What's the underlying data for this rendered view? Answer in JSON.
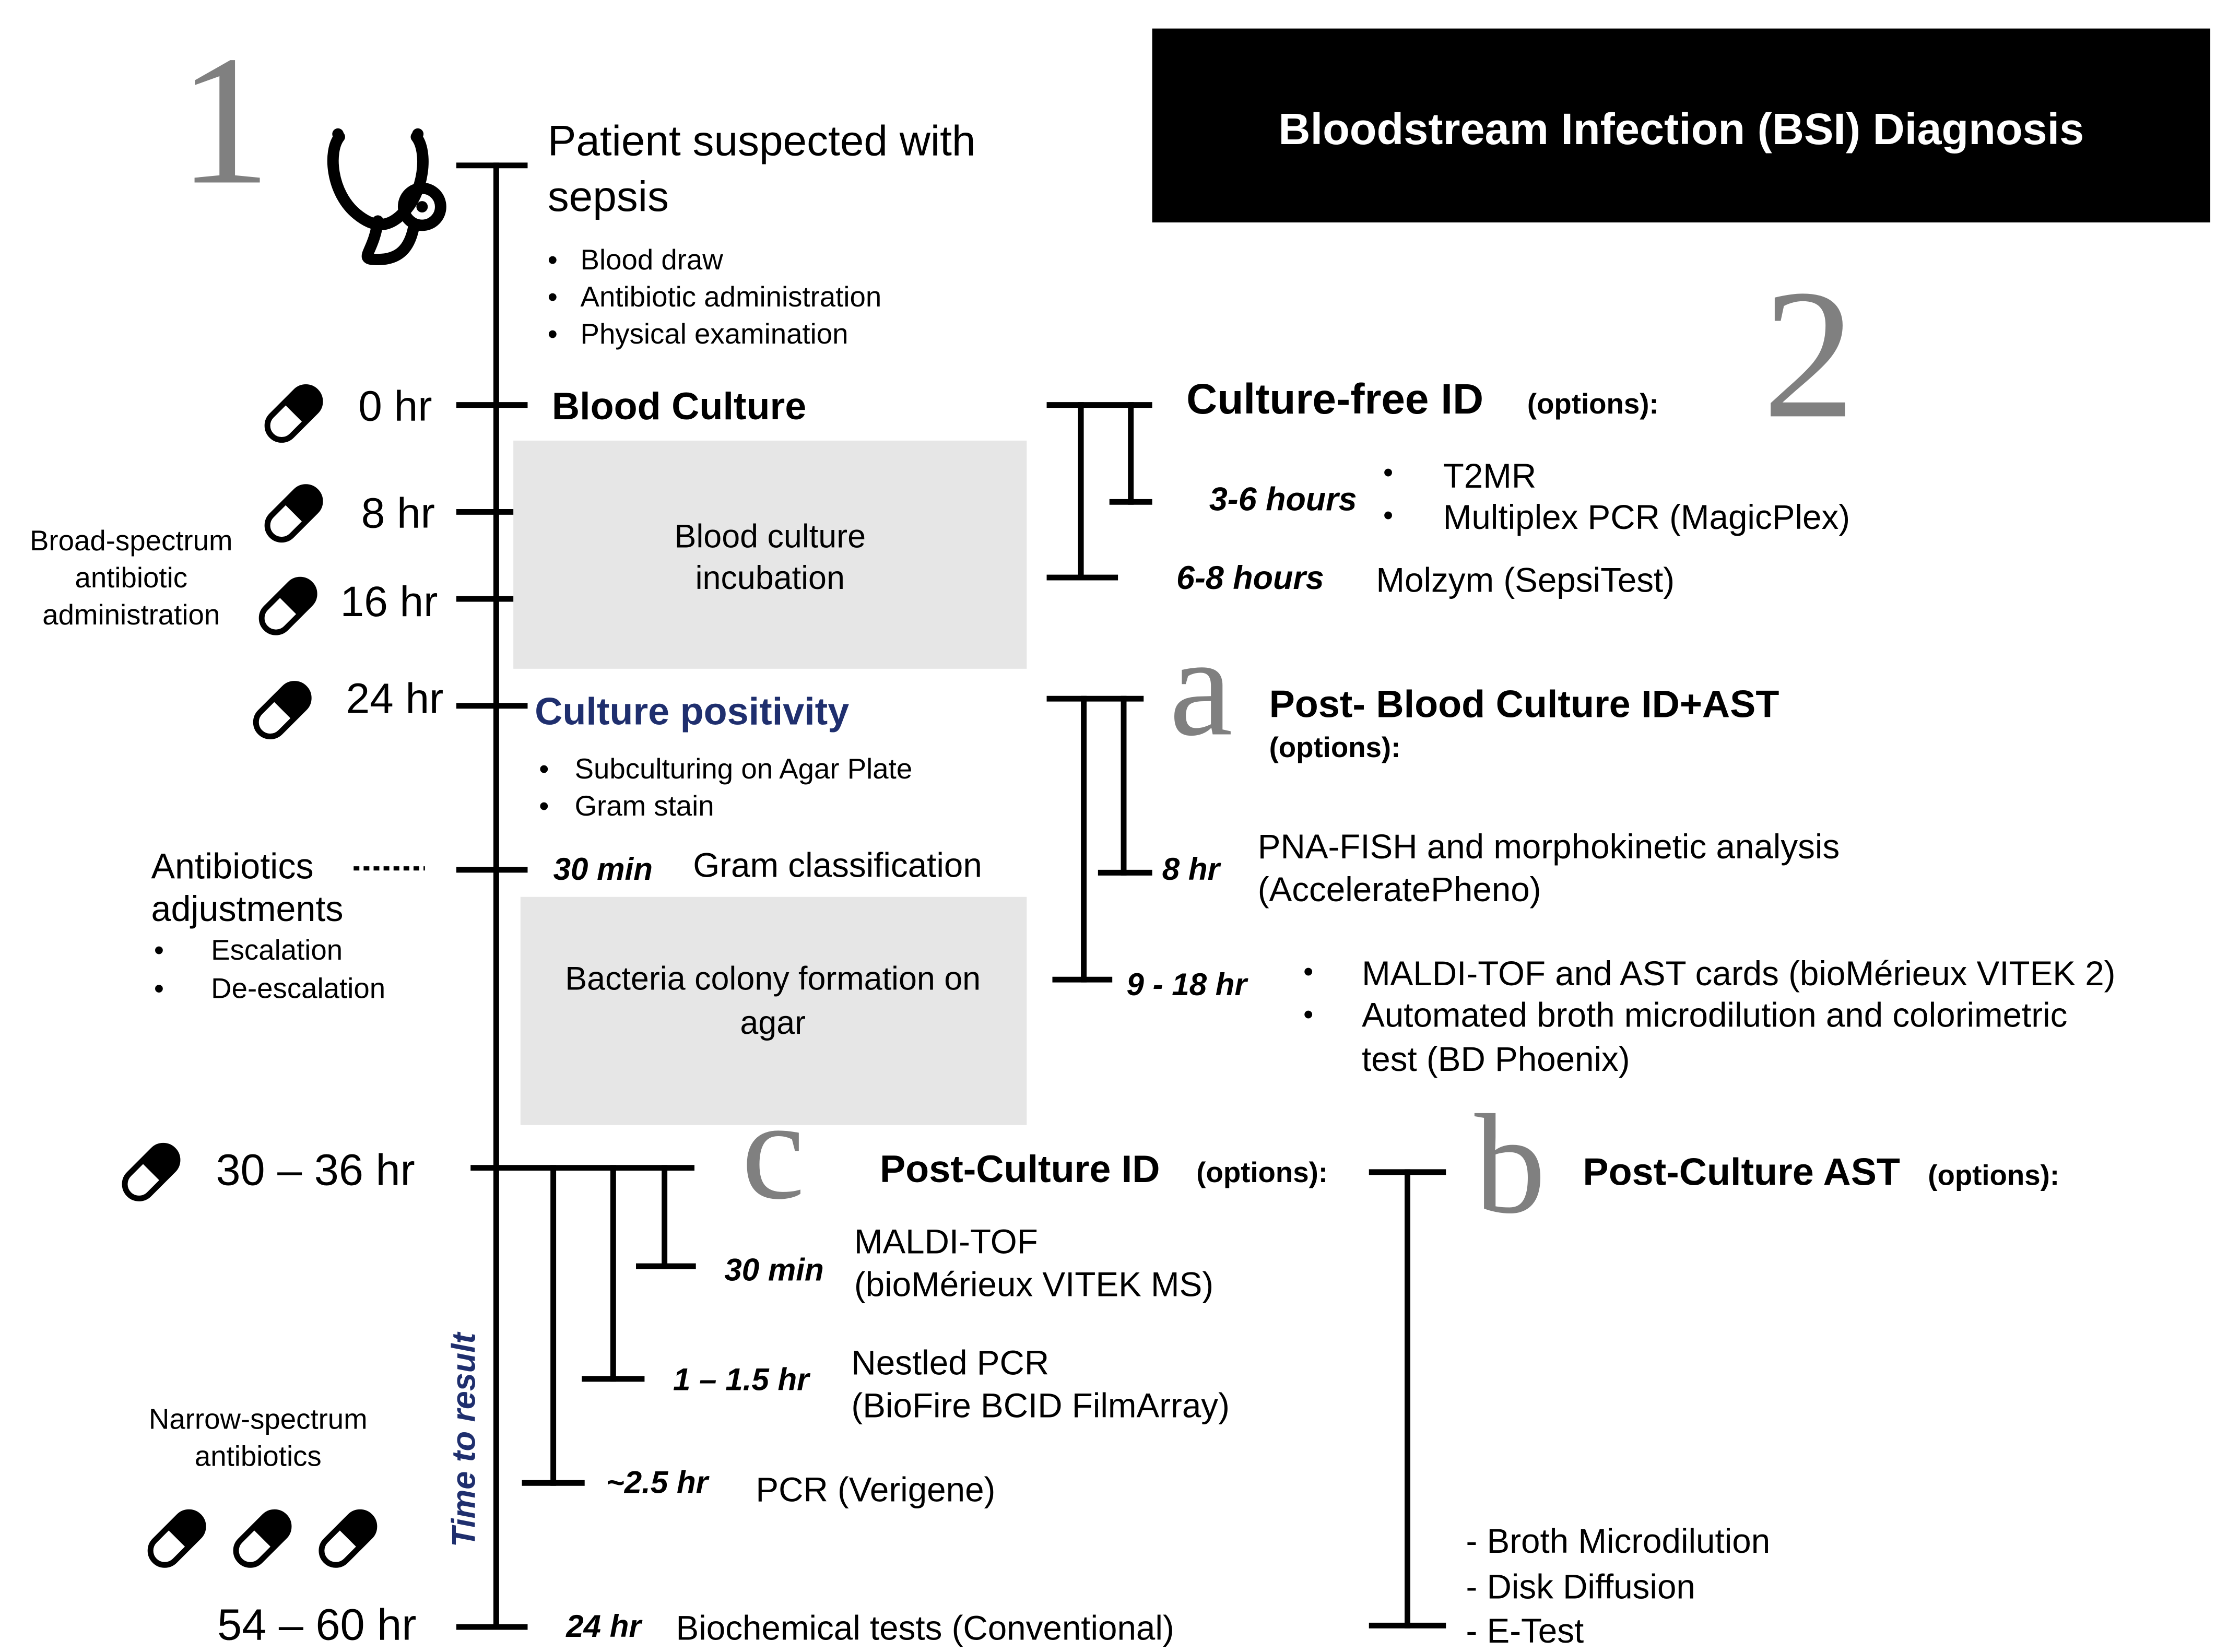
{
  "title": "Bloodstream Infection (BSI) Diagnosis",
  "section_markers": {
    "one": "1",
    "two": "2",
    "a": "a",
    "b": "b",
    "c": "c"
  },
  "timeline": {
    "patient": "Patient suspected with",
    "patient_2": "sepsis",
    "patient_steps": [
      "Blood draw",
      "Antibiotic administration",
      "Physical examination"
    ],
    "time_points": [
      "0 hr",
      "8 hr",
      "16 hr",
      "24 hr",
      "30 – 36 hr",
      "54 – 60 hr"
    ],
    "blood_culture": "Blood Culture",
    "incubation_1": "Blood culture",
    "incubation_2": "incubation",
    "culture_positivity": "Culture positivity",
    "positivity_steps": [
      "Subculturing on Agar Plate",
      "Gram stain"
    ],
    "gram_time": "30 min",
    "gram_label": "Gram classification",
    "colony_1": "Bacteria colony formation on",
    "colony_2": "agar",
    "axis_label": "Time to result"
  },
  "left_notes": {
    "broad": [
      "Broad-spectrum",
      "antibiotic",
      "administration"
    ],
    "adjust_1": "Antibiotics",
    "adjust_2": "adjustments",
    "adjust_items": [
      "Escalation",
      "De-escalation"
    ],
    "narrow": [
      "Narrow-spectrum",
      "antibiotics"
    ]
  },
  "culture_free": {
    "heading": "Culture-free ID",
    "options": "(options):",
    "time_1": "3-6 hours",
    "items_1": [
      "T2MR",
      "Multiplex PCR (MagicPlex)"
    ],
    "time_2": "6-8 hours",
    "item_2": "Molzym (SepsiTest)"
  },
  "post_blood_culture": {
    "heading": "Post- Blood Culture ID+AST",
    "options": "(options):",
    "time_1": "8 hr",
    "item_1a": "PNA-FISH and morphokinetic analysis",
    "item_1b": "(AcceleratePheno)",
    "time_2": "9 - 18 hr",
    "item_2a": "MALDI-TOF and AST cards (bioMérieux VITEK 2)",
    "item_2b": "Automated broth microdilution and colorimetric",
    "item_2c": "test  (BD Phoenix)"
  },
  "post_culture_id": {
    "heading": "Post-Culture ID",
    "options": "(options):",
    "time_1": "30 min",
    "item_1a": "MALDI-TOF",
    "item_1b": "(bioMérieux VITEK MS)",
    "time_2": "1 – 1.5 hr",
    "item_2a": "Nestled PCR",
    "item_2b": "(BioFire BCID FilmArray)",
    "time_3": "~2.5 hr",
    "item_3": "PCR (Verigene)",
    "time_4": "24 hr",
    "item_4": "Biochemical tests (Conventional)"
  },
  "post_culture_ast": {
    "heading": "Post-Culture AST",
    "options": "(options):",
    "items": [
      "- Broth Microdilution",
      "- Disk Diffusion",
      "- E-Test"
    ]
  },
  "colors": {
    "banner": "#000000",
    "banner_text": "#ffffff",
    "grey_box": "#e6e6e6",
    "marker": "#808080",
    "accent_blue": "#1f2f6e"
  },
  "icons": {
    "stethoscope": "stethoscope-icon",
    "pill": "pill-icon"
  }
}
